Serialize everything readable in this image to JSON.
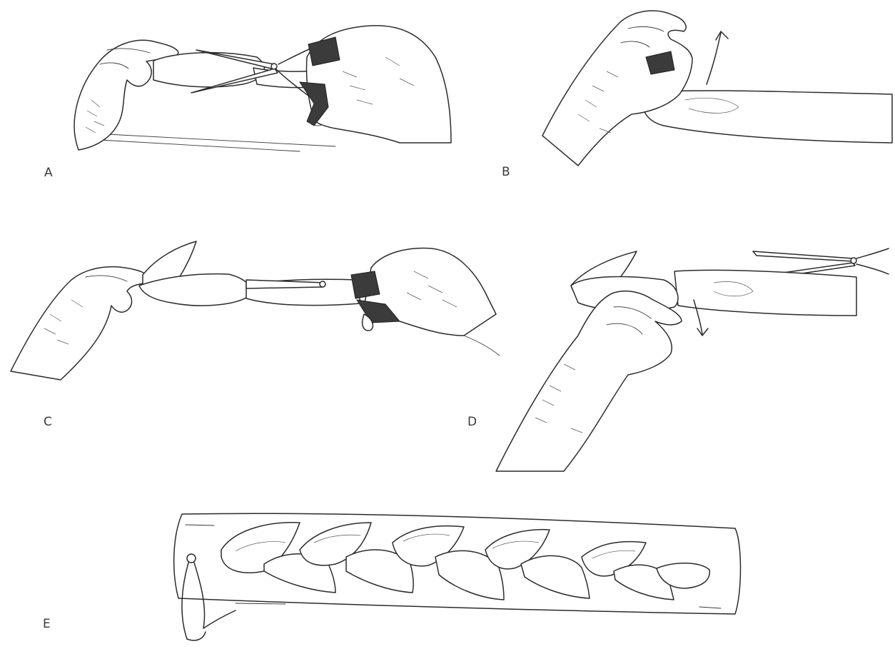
{
  "panels": [
    {
      "id": "a",
      "label": "A"
    },
    {
      "id": "b",
      "label": "B"
    },
    {
      "id": "c",
      "label": "C"
    },
    {
      "id": "d",
      "label": "D"
    },
    {
      "id": "e",
      "label": "E"
    }
  ],
  "style": {
    "ink_color": "#2b2b2b",
    "background": "#ffffff"
  }
}
